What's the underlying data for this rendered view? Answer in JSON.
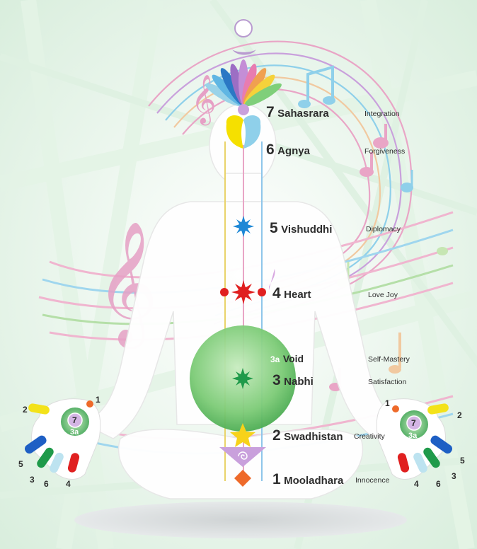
{
  "chakras": [
    {
      "number": "7",
      "name": "Sahasrara",
      "quality": "Integration"
    },
    {
      "number": "6",
      "name": "Agnya",
      "quality": "Forgiveness"
    },
    {
      "number": "5",
      "name": "Vishuddhi",
      "quality": "Diplomacy"
    },
    {
      "number": "4",
      "name": "Heart",
      "quality": "Love Joy"
    },
    {
      "number": "3a",
      "name": "Void",
      "quality": "Self-Mastery"
    },
    {
      "number": "3",
      "name": "Nabhi",
      "quality": "Satisfaction"
    },
    {
      "number": "2",
      "name": "Swadhistan",
      "quality": "Creativity"
    },
    {
      "number": "1",
      "name": "Mooladhara",
      "quality": "Innocence"
    }
  ],
  "left_hand": {
    "fingers": [
      "1",
      "2",
      "5",
      "3",
      "6",
      "4"
    ],
    "palm": [
      "7",
      "3a"
    ]
  },
  "right_hand": {
    "fingers": [
      "1",
      "2",
      "5",
      "3",
      "6",
      "4"
    ],
    "palm": [
      "7",
      "3a"
    ]
  },
  "colors": {
    "sahasrara": "#c9a0dc",
    "agnya": "#f5e000",
    "vishuddhi": "#1e88d6",
    "heart": "#e02020",
    "nabhi": "#1f9a4a",
    "swadhistan": "#f7d21a",
    "mooladhara": "#ee6a2a",
    "void": "#7fcf7a",
    "music_pink": "#e9a5c6",
    "music_blue": "#8fd0ea"
  }
}
